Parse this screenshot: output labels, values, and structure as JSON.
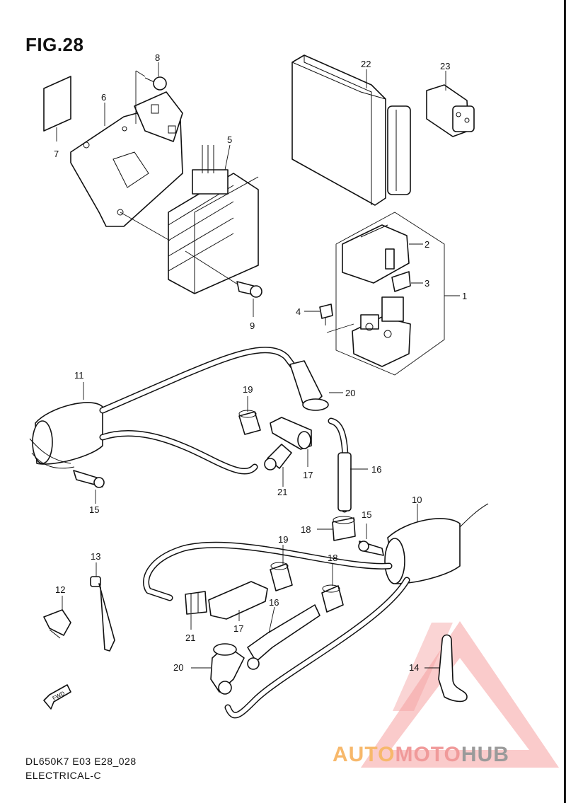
{
  "figure": {
    "title": "FIG.28",
    "footer_code": "DL650K7 E03 E28_028",
    "footer_section": "ELECTRICAL-C"
  },
  "callouts": {
    "c1": "1",
    "c2": "2",
    "c3": "3",
    "c4": "4",
    "c5": "5",
    "c6": "6",
    "c7": "7",
    "c8": "8",
    "c9": "9",
    "c10": "10",
    "c11": "11",
    "c12": "12",
    "c13": "13",
    "c14": "14",
    "c15a": "15",
    "c15b": "15",
    "c16a": "16",
    "c16b": "16",
    "c17a": "17",
    "c17b": "17",
    "c18a": "18",
    "c18b": "18",
    "c19a": "19",
    "c19b": "19",
    "c20a": "20",
    "c20b": "20",
    "c21a": "21",
    "c21b": "21",
    "c22": "22",
    "c23": "23"
  },
  "fwd_label": "FWD",
  "watermark": {
    "part1": "AUTO",
    "part2": "MOTO",
    "part3": "HUB",
    "colors": {
      "auto": "#f7b86b",
      "moto": "#f09a9a",
      "hub": "#9a9a9a"
    }
  }
}
